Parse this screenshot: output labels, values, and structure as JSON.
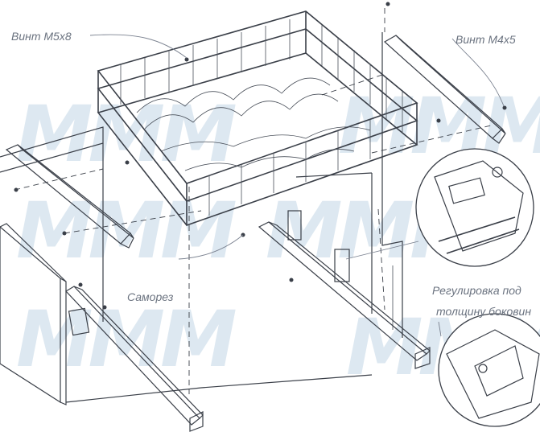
{
  "watermark": {
    "text": "MMM",
    "color": "#dde8f1"
  },
  "labels": {
    "screw_m5x8": "Винт M5x8",
    "screw_m4x5": "Винт M4x5",
    "self_tapping_screw": "Саморез",
    "adjust_line1": "Регулировка под",
    "adjust_line2": "толщину боковин"
  },
  "colors": {
    "line": "#3a3f48",
    "label": "#6b7380",
    "panel": "#ffffff",
    "bracket": "#c7cbd1"
  },
  "icons": [
    "screw-icon",
    "magnifier-circle-icon"
  ]
}
